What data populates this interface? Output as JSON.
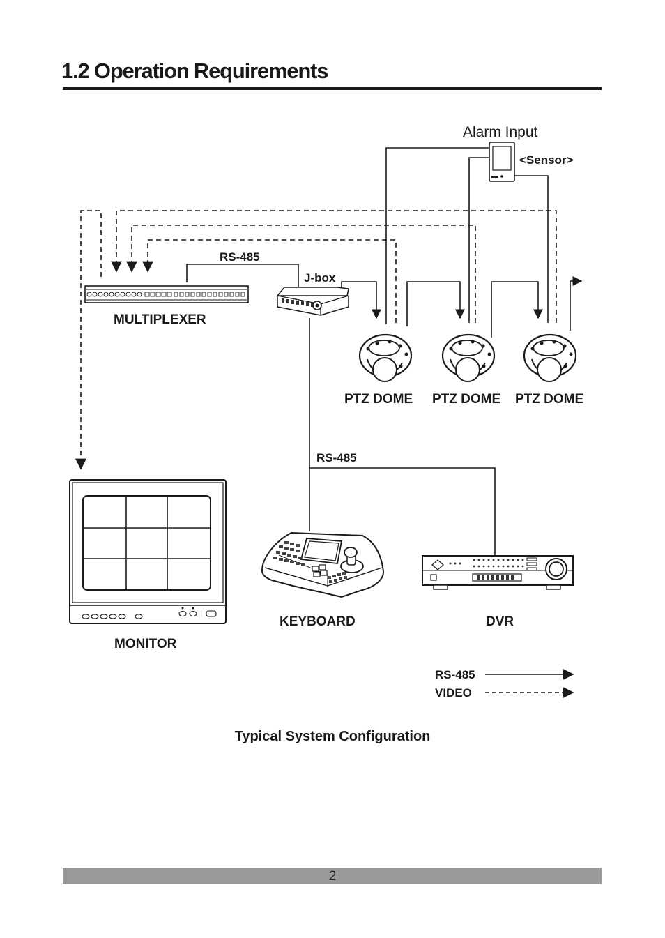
{
  "header": {
    "title": "1.2 Operation Requirements"
  },
  "diagram": {
    "alarm_input": "Alarm Input",
    "sensor": "<Sensor>",
    "rs485_top": "RS-485",
    "jbox": "J-box",
    "multiplexer": "MULTIPLEXER",
    "ptz_dome_1": "PTZ DOME",
    "ptz_dome_2": "PTZ DOME",
    "ptz_dome_3": "PTZ DOME",
    "rs485_mid": "RS-485",
    "monitor": "MONITOR",
    "keyboard": "KEYBOARD",
    "dvr": "DVR",
    "legend": {
      "rs485": "RS-485",
      "video": "VIDEO"
    }
  },
  "caption": "Typical System Configuration",
  "footer": {
    "page_number": "2"
  }
}
